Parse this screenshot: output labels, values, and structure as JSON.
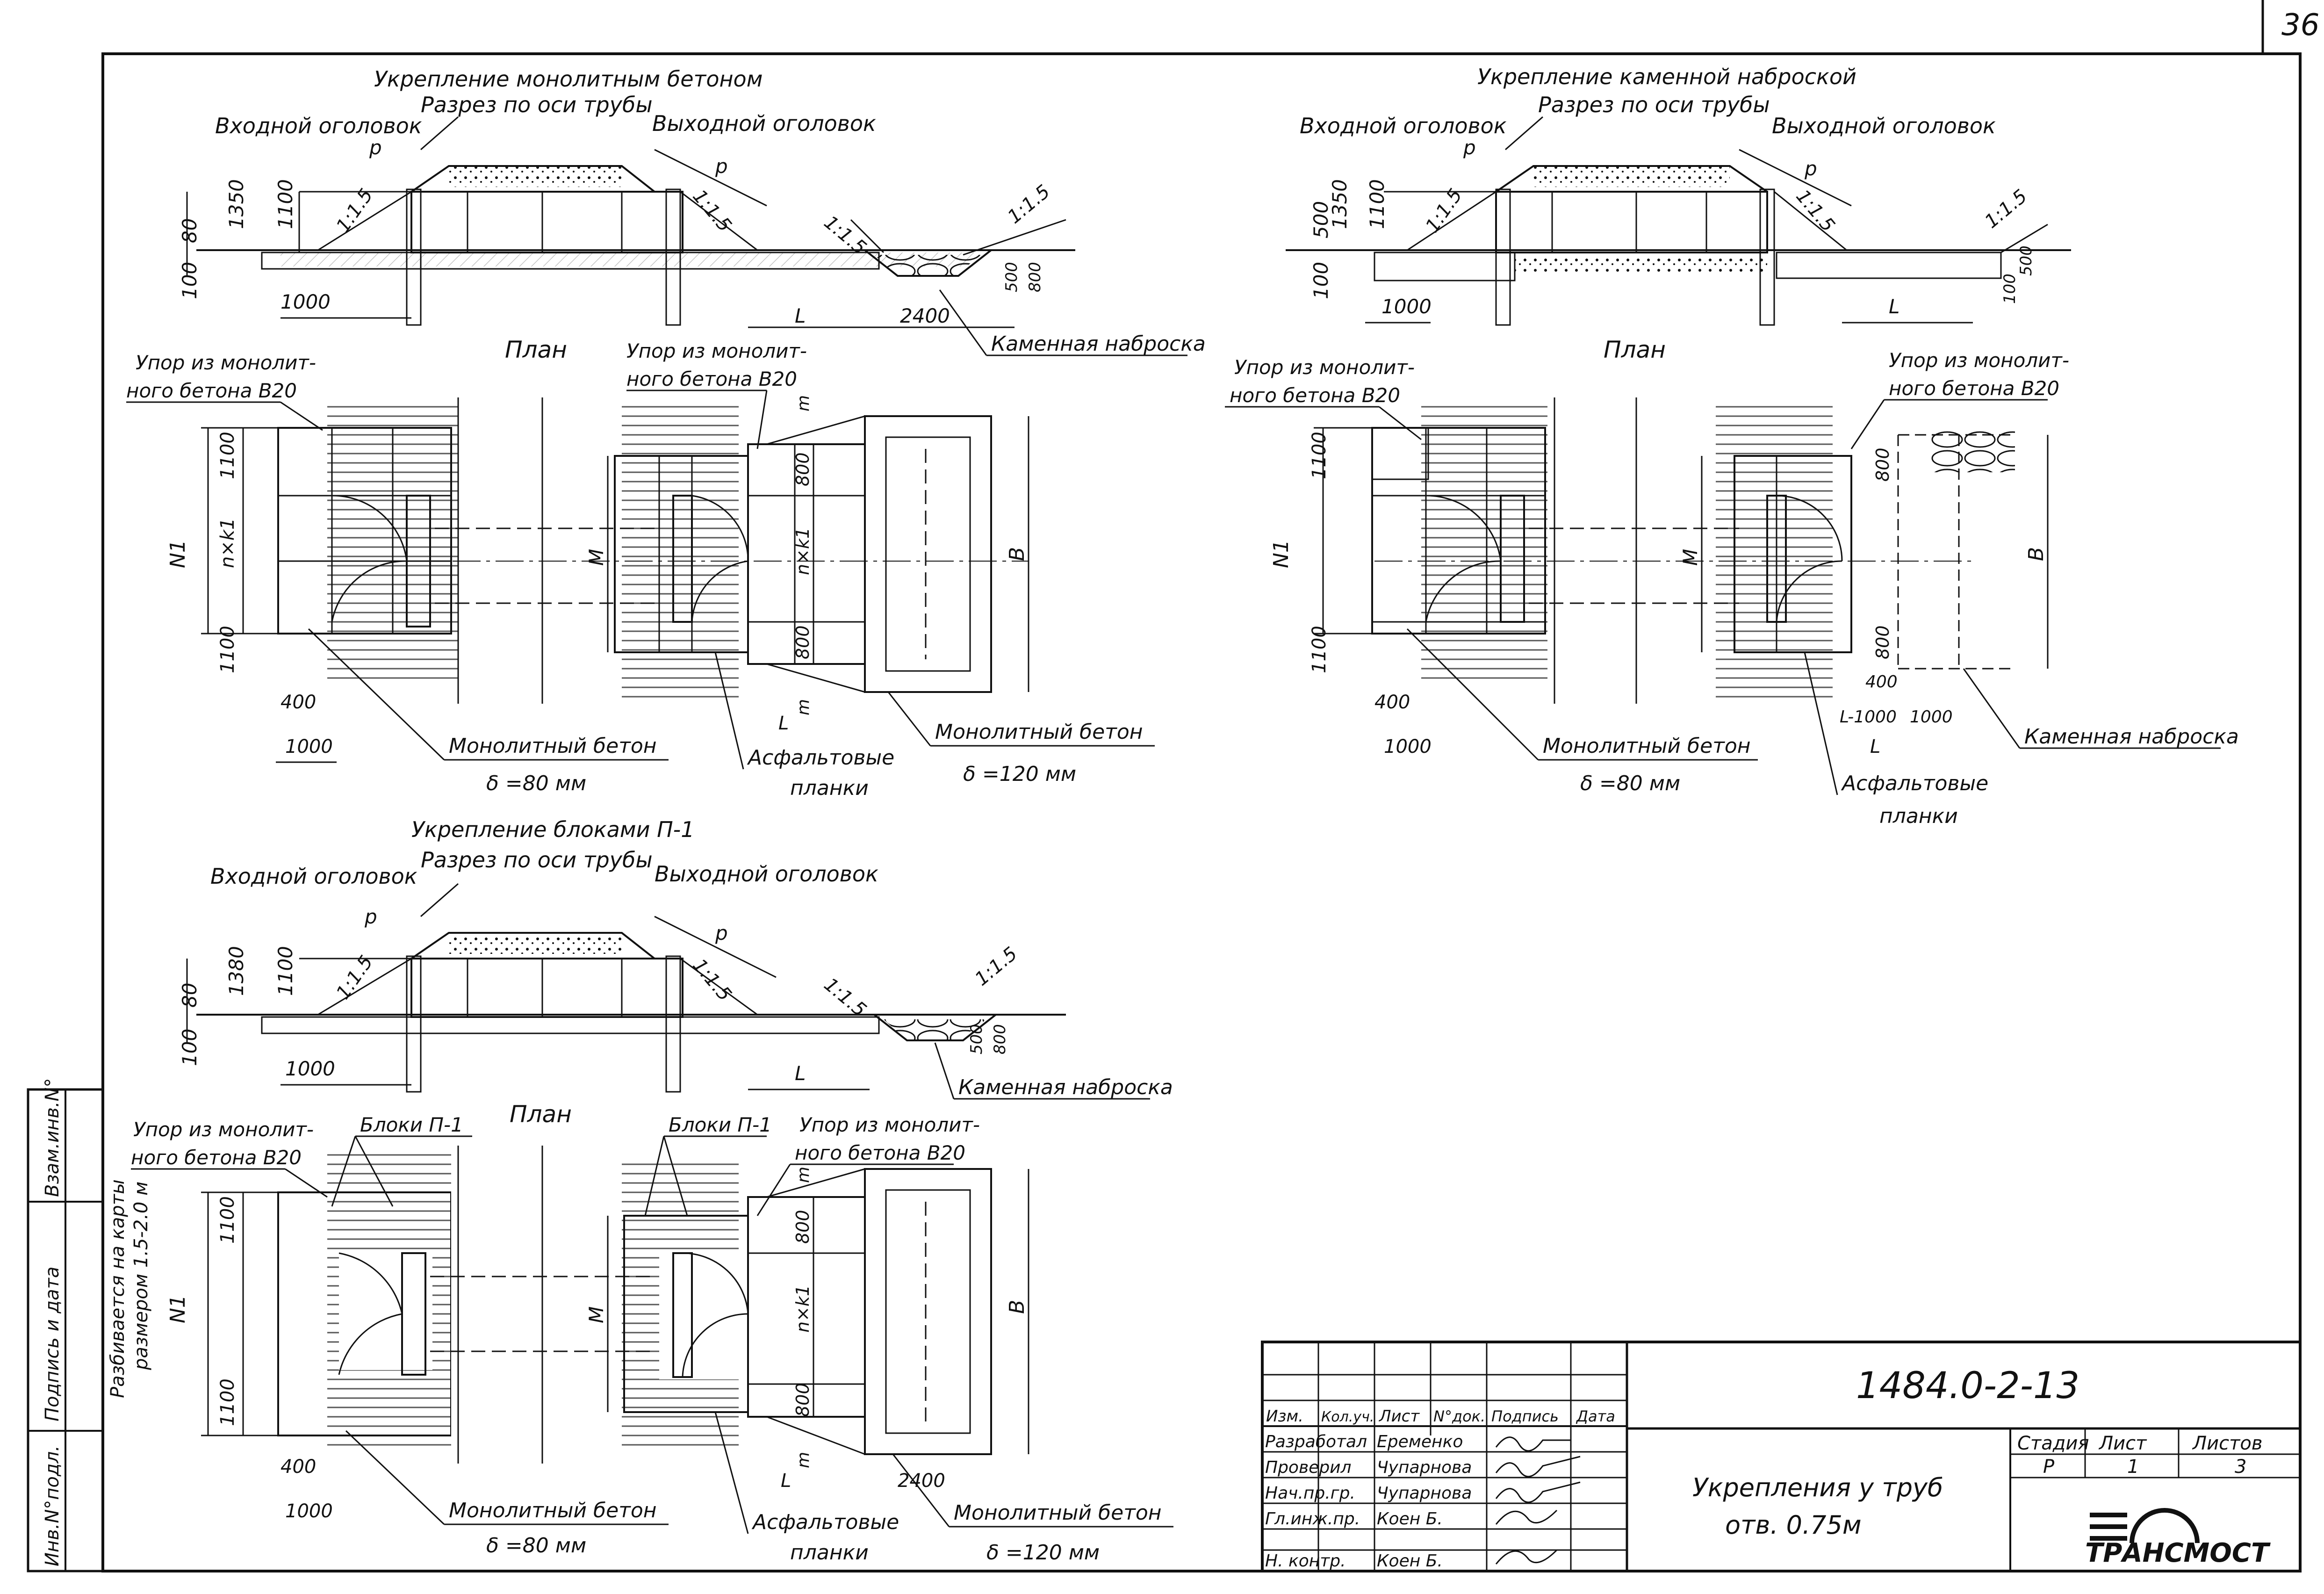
{
  "page_number": "36",
  "top_left": {
    "title1": "Укрепление монолитным бетоном",
    "title2": "Разрез по оси трубы",
    "inlet": "Входной оголовок",
    "outlet": "Выходной оголовок",
    "dims": {
      "d1350": "1350",
      "d1100": "1100",
      "d100": "100",
      "d80": "80",
      "d1000": "1000",
      "d2400": "2400",
      "d500": "500",
      "d800": "800",
      "L": "L",
      "p": "p"
    },
    "slope": "1:1.5",
    "stone": "Каменная наброска",
    "plan": "План",
    "upor1": "Упор из монолит-",
    "upor2": "ного бетона В20",
    "n1": "N1",
    "nxk1": "n×k1",
    "M": "M",
    "B": "B",
    "m": "m",
    "d400": "400",
    "concrete": "Монолитный бетон",
    "delta80": "δ =80 мм",
    "delta120": "δ =120 мм",
    "asphalt1": "Асфальтовые",
    "asphalt2": "планки"
  },
  "top_right": {
    "title1": "Укрепление каменной наброской",
    "title2": "Разрез по оси трубы",
    "inlet": "Входной оголовок",
    "outlet": "Выходной оголовок",
    "dims": {
      "d500": "500",
      "d1350": "1350",
      "d1100": "1100",
      "d100": "100",
      "d1000": "1000",
      "L": "L",
      "p": "p",
      "d400": "400",
      "dL1000": "L-1000",
      "d1000b": "1000",
      "d800": "800"
    },
    "slope": "1:1.5",
    "plan": "План",
    "upor1": "Упор из монолит-",
    "upor2": "ного бетона В20",
    "n1": "N1",
    "M": "M",
    "B": "B",
    "concrete": "Монолитный бетон",
    "delta80": "δ =80 мм",
    "stone": "Каменная наброска",
    "asphalt1": "Асфальтовые",
    "asphalt2": "планки"
  },
  "bottom": {
    "title1": "Укрепление блоками П-1",
    "title2": "Разрез по оси трубы",
    "inlet": "Входной оголовок",
    "outlet": "Выходной оголовок",
    "dims": {
      "d1380": "1380",
      "d1100": "1100",
      "d100": "100",
      "d80": "80",
      "d1000": "1000",
      "d500": "500",
      "d800": "800",
      "L": "L",
      "p": "p",
      "d400": "400",
      "d2400": "2400"
    },
    "slope": "1:1.5",
    "stone": "Каменная наброска",
    "plan": "План",
    "blocks": "Блоки П-1",
    "upor1": "Упор из монолит-",
    "upor2": "ного бетона В20",
    "split1": "Разбивается на карты",
    "split2": "размером 1.5-2.0 м",
    "n1": "N1",
    "nxk1": "n×k1",
    "M": "M",
    "B": "B",
    "m": "m",
    "concrete": "Монолитный бетон",
    "delta80": "δ =80 мм",
    "delta120": "δ =120 мм",
    "asphalt1": "Асфальтовые",
    "asphalt2": "планки"
  },
  "side_stamp": [
    "Инв.N°подл.",
    "Подпись и дата",
    "Взам.инв.N°"
  ],
  "title_block": {
    "doc_code": "1484.0-2-13",
    "headers": [
      "Изм.",
      "Кол.уч.",
      "Лист",
      "N°док.",
      "Подпись",
      "Дата"
    ],
    "people": [
      {
        "role": "Разработал",
        "name": "Еременко"
      },
      {
        "role": "Проверил",
        "name": "Чупарнова"
      },
      {
        "role": "Нач.пр.гр.",
        "name": "Чупарнова"
      },
      {
        "role": "Гл.инж.пр.",
        "name": "Коен Б."
      },
      {
        "role": "Н. контр.",
        "name": "Коен Б."
      }
    ],
    "subject1": "Укрепления у труб",
    "subject2": "отв. 0.75м",
    "stage_label": "Стадия",
    "sheet_label": "Лист",
    "sheets_label": "Листов",
    "stage": "Р",
    "sheet": "1",
    "sheets": "3",
    "logo": "ТРАНСМОСТ"
  }
}
